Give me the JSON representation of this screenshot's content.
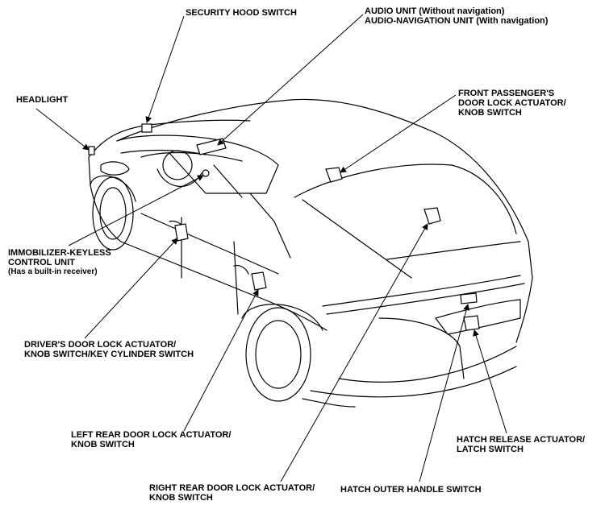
{
  "labels": {
    "security_hood_switch": "SECURITY HOOD SWITCH",
    "audio_unit_line1": "AUDIO UNIT (Without navigation)",
    "audio_unit_line2": "AUDIO-NAVIGATION UNIT (With navigation)",
    "headlight": "HEADLIGHT",
    "front_passenger_line1": "FRONT PASSENGER'S",
    "front_passenger_line2": "DOOR LOCK ACTUATOR/",
    "front_passenger_line3": "KNOB SWITCH",
    "immobilizer_line1": "IMMOBILIZER-KEYLESS",
    "immobilizer_line2": "CONTROL UNIT",
    "immobilizer_line3": "(Has a built-in receiver)",
    "driver_door_line1": "DRIVER'S DOOR LOCK ACTUATOR/",
    "driver_door_line2": "KNOB SWITCH/KEY CYLINDER SWITCH",
    "left_rear_line1": "LEFT REAR DOOR LOCK ACTUATOR/",
    "left_rear_line2": "KNOB SWITCH",
    "hatch_release_line1": "HATCH RELEASE ACTUATOR/",
    "hatch_release_line2": "LATCH SWITCH",
    "right_rear_line1": "RIGHT REAR DOOR LOCK ACTUATOR/",
    "right_rear_line2": "KNOB SWITCH",
    "hatch_outer_handle": "HATCH OUTER HANDLE SWITCH"
  }
}
